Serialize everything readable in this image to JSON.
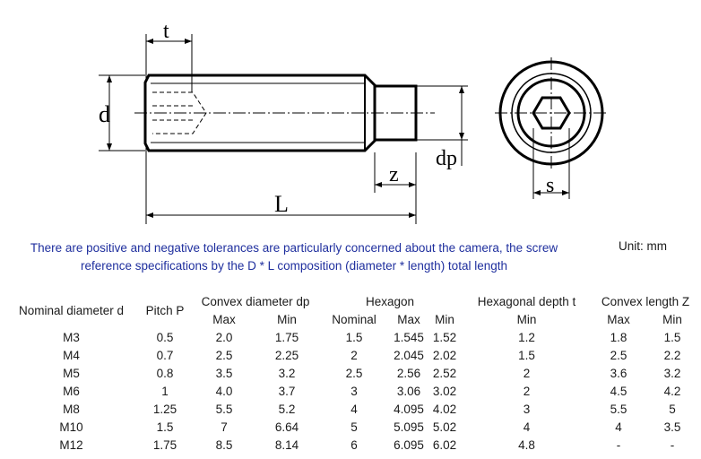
{
  "drawing": {
    "labels": {
      "t": "t",
      "d": "d",
      "dp": "dp",
      "z": "z",
      "L": "L",
      "s": "s"
    }
  },
  "note": {
    "text": "There are positive and negative tolerances are particularly concerned about the camera, the screw reference specifications by the D * L composition (diameter * length) total length"
  },
  "unit": "Unit: mm",
  "table": {
    "headers": {
      "nominal_diameter": "Nominal diameter d",
      "pitch": "Pitch P",
      "convex_diameter": "Convex diameter dp",
      "hexagon": "Hexagon",
      "hex_depth": "Hexagonal depth t",
      "convex_length": "Convex length Z"
    },
    "subheaders": [
      "Max",
      "Min",
      "Nominal",
      "Max",
      "Min",
      "Min",
      "Max",
      "Min"
    ],
    "rows": [
      [
        "M3",
        "0.5",
        "2.0",
        "1.75",
        "1.5",
        "1.545",
        "1.52",
        "1.2",
        "1.8",
        "1.5"
      ],
      [
        "M4",
        "0.7",
        "2.5",
        "2.25",
        "2",
        "2.045",
        "2.02",
        "1.5",
        "2.5",
        "2.2"
      ],
      [
        "M5",
        "0.8",
        "3.5",
        "3.2",
        "2.5",
        "2.56",
        "2.52",
        "2",
        "3.6",
        "3.2"
      ],
      [
        "M6",
        "1",
        "4.0",
        "3.7",
        "3",
        "3.06",
        "3.02",
        "2",
        "4.5",
        "4.2"
      ],
      [
        "M8",
        "1.25",
        "5.5",
        "5.2",
        "4",
        "4.095",
        "4.02",
        "3",
        "5.5",
        "5"
      ],
      [
        "M10",
        "1.5",
        "7",
        "6.64",
        "5",
        "5.095",
        "5.02",
        "4",
        "4",
        "3.5"
      ],
      [
        "M12",
        "1.75",
        "8.5",
        "8.14",
        "6",
        "6.095",
        "6.02",
        "4.8",
        "-",
        "-"
      ]
    ]
  }
}
